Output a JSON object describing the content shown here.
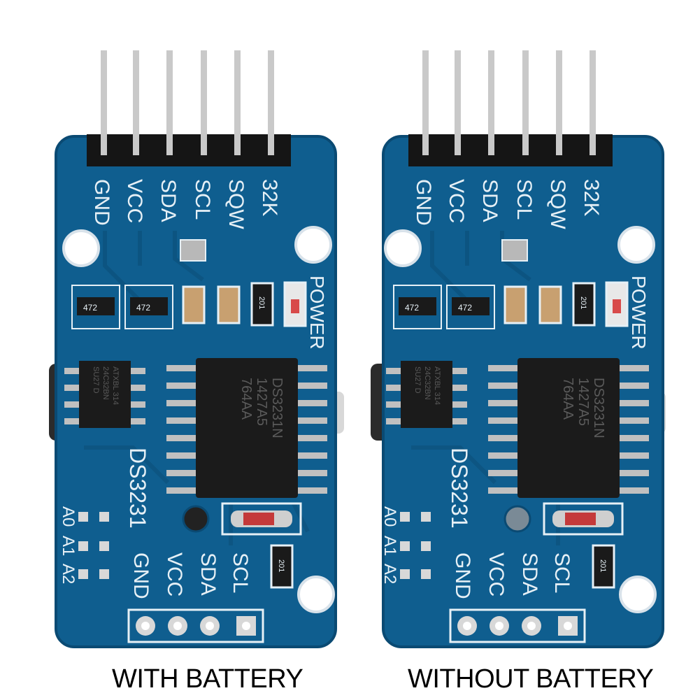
{
  "boards": [
    {
      "caption": "WITH BATTERY",
      "header_pins": [
        "GND",
        "VCC",
        "SDA",
        "SCL",
        "SQW",
        "32K"
      ],
      "bottom_pins": [
        "GND",
        "VCC",
        "SDA",
        "SCL"
      ],
      "addr_labels": [
        "A0",
        "A1",
        "A2"
      ],
      "module_label": "DS3231",
      "power_label": "POWER",
      "resistor_marks": [
        "472",
        "472"
      ],
      "smd_marks": [
        "201",
        "201"
      ],
      "eeprom_marking": [
        "ATXBL 314",
        "24C32BN",
        "SU27 D"
      ],
      "rtc_marking": [
        "DS3231N",
        "1427A5",
        "764AA"
      ],
      "battery": true
    },
    {
      "caption": "WITHOUT BATTERY",
      "header_pins": [
        "GND",
        "VCC",
        "SDA",
        "SCL",
        "SQW",
        "32K"
      ],
      "bottom_pins": [
        "GND",
        "VCC",
        "SDA",
        "SCL"
      ],
      "addr_labels": [
        "A0",
        "A1",
        "A2"
      ],
      "module_label": "DS3231",
      "power_label": "POWER",
      "resistor_marks": [
        "472",
        "472"
      ],
      "smd_marks": [
        "201",
        "201"
      ],
      "eeprom_marking": [
        "ATXBL 314",
        "24C32BN",
        "SU27 D"
      ],
      "rtc_marking": [
        "DS3231N",
        "1427A5",
        "764AA"
      ],
      "battery": false
    }
  ],
  "colors": {
    "pcb": "#0f5e8f",
    "pcb_edge": "#0a4a73",
    "silkscreen": "#e6f0f6",
    "pins": "#c9c9c9"
  }
}
